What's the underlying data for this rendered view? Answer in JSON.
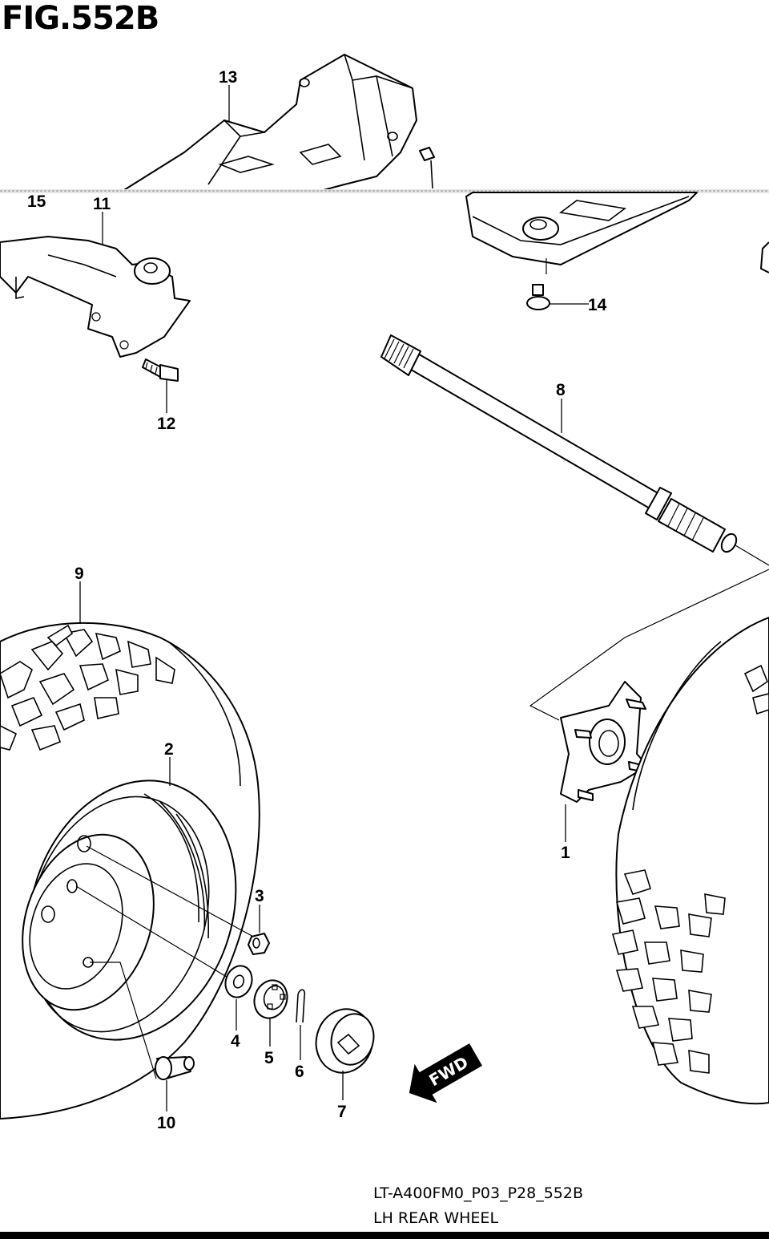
{
  "figure_title": "FIG.552B",
  "callouts": {
    "c1": "1",
    "c2": "2",
    "c3": "3",
    "c4": "4",
    "c5": "5",
    "c6": "6",
    "c7": "7",
    "c8": "8",
    "c9": "9",
    "c10": "10",
    "c11": "11",
    "c12": "12",
    "c13": "13",
    "c14": "14",
    "c15": "15"
  },
  "fwd_label": "FWD",
  "footer": {
    "code": "LT-A400FM0_P03_P28_552B",
    "caption": "LH REAR WHEEL"
  },
  "colors": {
    "ink": "#000000",
    "paper": "#ffffff"
  }
}
